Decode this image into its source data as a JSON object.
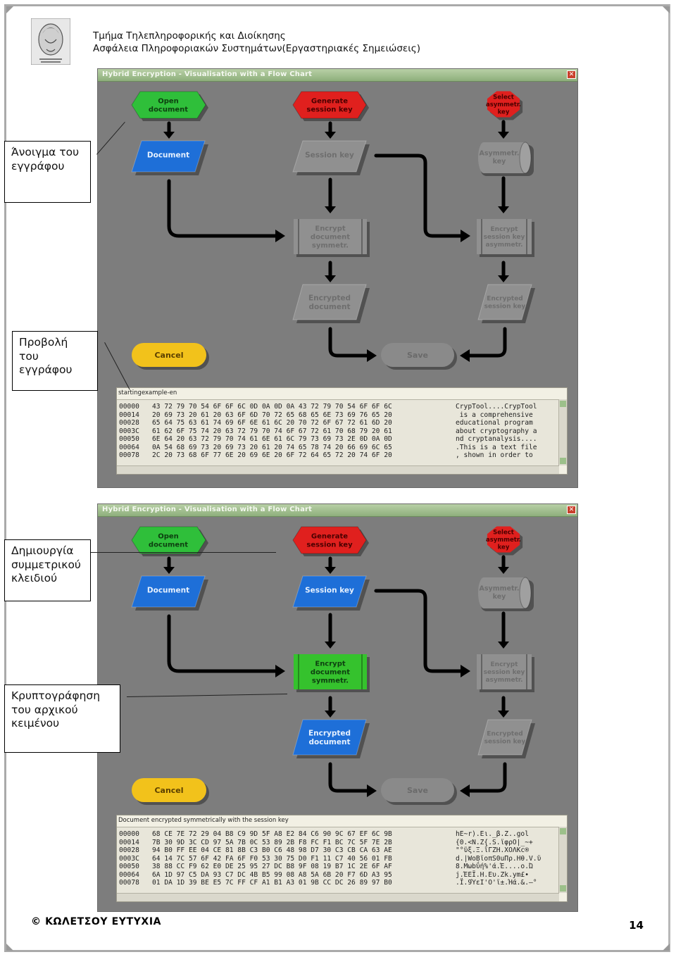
{
  "header": {
    "line1": "Τμήμα Τηλεπληροφορικής και Διοίκησης",
    "line2": "Ασφάλεια Πληροφοριακών Συστημάτων(Εργαστηριακές Σημειώσεις)"
  },
  "window": {
    "title": "Hybrid Encryption - Visualisation with a Flow Chart",
    "close_glyph": "✕"
  },
  "flow": {
    "open_document": [
      "Open",
      "document"
    ],
    "generate_session_key": [
      "Generate",
      "session key"
    ],
    "select_asymmetric_key": [
      "Select",
      "asymmetr.",
      "key"
    ],
    "document": "Document",
    "session_key": "Session key",
    "asymmetric_key": [
      "Asymmetr.",
      "key"
    ],
    "encrypt_document": [
      "Encrypt",
      "document",
      "symmetr."
    ],
    "encrypt_session_key": [
      "Encrypt",
      "session key",
      "asymmetr."
    ],
    "encrypted_document": [
      "Encrypted",
      "document"
    ],
    "encrypted_session_key": [
      "Encrypted",
      "session key"
    ],
    "cancel": "Cancel",
    "save": "Save"
  },
  "screenshot1": {
    "caption": "startingexample-en",
    "offsets": "00000\n00014\n00028\n0003C\n00050\n00064\n00078",
    "hex": "43 72 79 70 54 6F 6F 6C 0D 0A 0D 0A 43 72 79 70 54 6F 6F 6C\n20 69 73 20 61 20 63 6F 6D 70 72 65 68 65 6E 73 69 76 65 20\n65 64 75 63 61 74 69 6F 6E 61 6C 20 70 72 6F 67 72 61 6D 20\n61 62 6F 75 74 20 63 72 79 70 74 6F 67 72 61 70 68 79 20 61\n6E 64 20 63 72 79 70 74 61 6E 61 6C 79 73 69 73 2E 0D 0A 0D\n0A 54 68 69 73 20 69 73 20 61 20 74 65 78 74 20 66 69 6C 65\n2C 20 73 68 6F 77 6E 20 69 6E 20 6F 72 64 65 72 20 74 6F 20",
    "ascii": "CrypTool....CrypTool\n is a comprehensive \neducational program \nabout cryptography a\nnd cryptanalysis....\n.This is a text file\n, shown in order to "
  },
  "screenshot2": {
    "caption": "Document encrypted symmetrically with the session key",
    "offsets": "00000\n00014\n00028\n0003C\n00050\n00064\n00078",
    "hex": "68 CE 7E 72 29 04 B8 C9 9D 5F A8 E2 84 C6 90 9C 67 EF 6C 9B\n7B 30 9D 3C CD 97 5A 7B 0C 53 89 2B F8 FC F1 BC 7C 5F 7E 2B\n94 B0 FF EE 04 CE 81 8B C3 B0 C6 48 98 D7 30 C3 CB CA 63 AE\n64 14 7C 57 6F 42 FA 6F F0 53 30 75 D0 F1 11 C7 40 56 01 FB\n38 88 CC F9 62 E0 DE 25 95 27 DC B8 9F 08 19 B7 1C 2E 6F AF\n6A 1D 97 C5 DA 93 C7 DC 4B B5 99 08 A8 5A 6B 20 F7 6D A3 95\n01 DA 1D 39 BE E5 7C FF CF A1 B1 A3 01 9B CC DC 26 89 97 B0",
    "ascii": "hΕ~r).Ει._β.Ζ..gοl\n{0.<Ν.Ζ{.S.ϊφρΟ|_~+\n\"°ϋξ.Ξ.ΐΓΖΗ.ΧΟΛΚc®\nd.|WoBϊoπS0uΠρ.Ηθ.V.ϋ\n8.Μωbΰή%'ά.Έ....o.Ώ\nj.ΈΕΪ.Η.Ευ.Ζk.ym£•\n.Ϊ.9ΎεΙ'Ο'ϊ±.Ήά.&.―°"
  },
  "callouts": {
    "open": [
      "Άνοιγμα του",
      "εγγράφου"
    ],
    "view": [
      "Προβολή",
      "του",
      "εγγράφου"
    ],
    "create_key": [
      "Δημιουργία",
      "συμμετρικού",
      "κλειδιού"
    ],
    "encrypt": [
      "Κρυπτογράφηση",
      "του αρχικού",
      "κειμένου"
    ]
  },
  "footer": {
    "author": "© ΚΩΛΕΤΣΟΥ ΕΥΤΥΧΙΑ",
    "page_number": "14"
  },
  "colors": {
    "green_shape": "#2fbf3a",
    "red_shape": "#e0201e",
    "blue_shape": "#1e6fd8",
    "yellow_shape": "#f2c21b",
    "gray_shape": "#909090",
    "bright_green_box": "#35c22d",
    "window_bg": "#7d7d7d"
  },
  "states": {
    "screenshot1": {
      "document": "active",
      "session_key": "inactive",
      "encrypt_document": "inactive",
      "encrypted_document": "inactive"
    },
    "screenshot2": {
      "document": "active",
      "session_key": "active",
      "encrypt_document": "highlighted",
      "encrypted_document": "active"
    }
  }
}
